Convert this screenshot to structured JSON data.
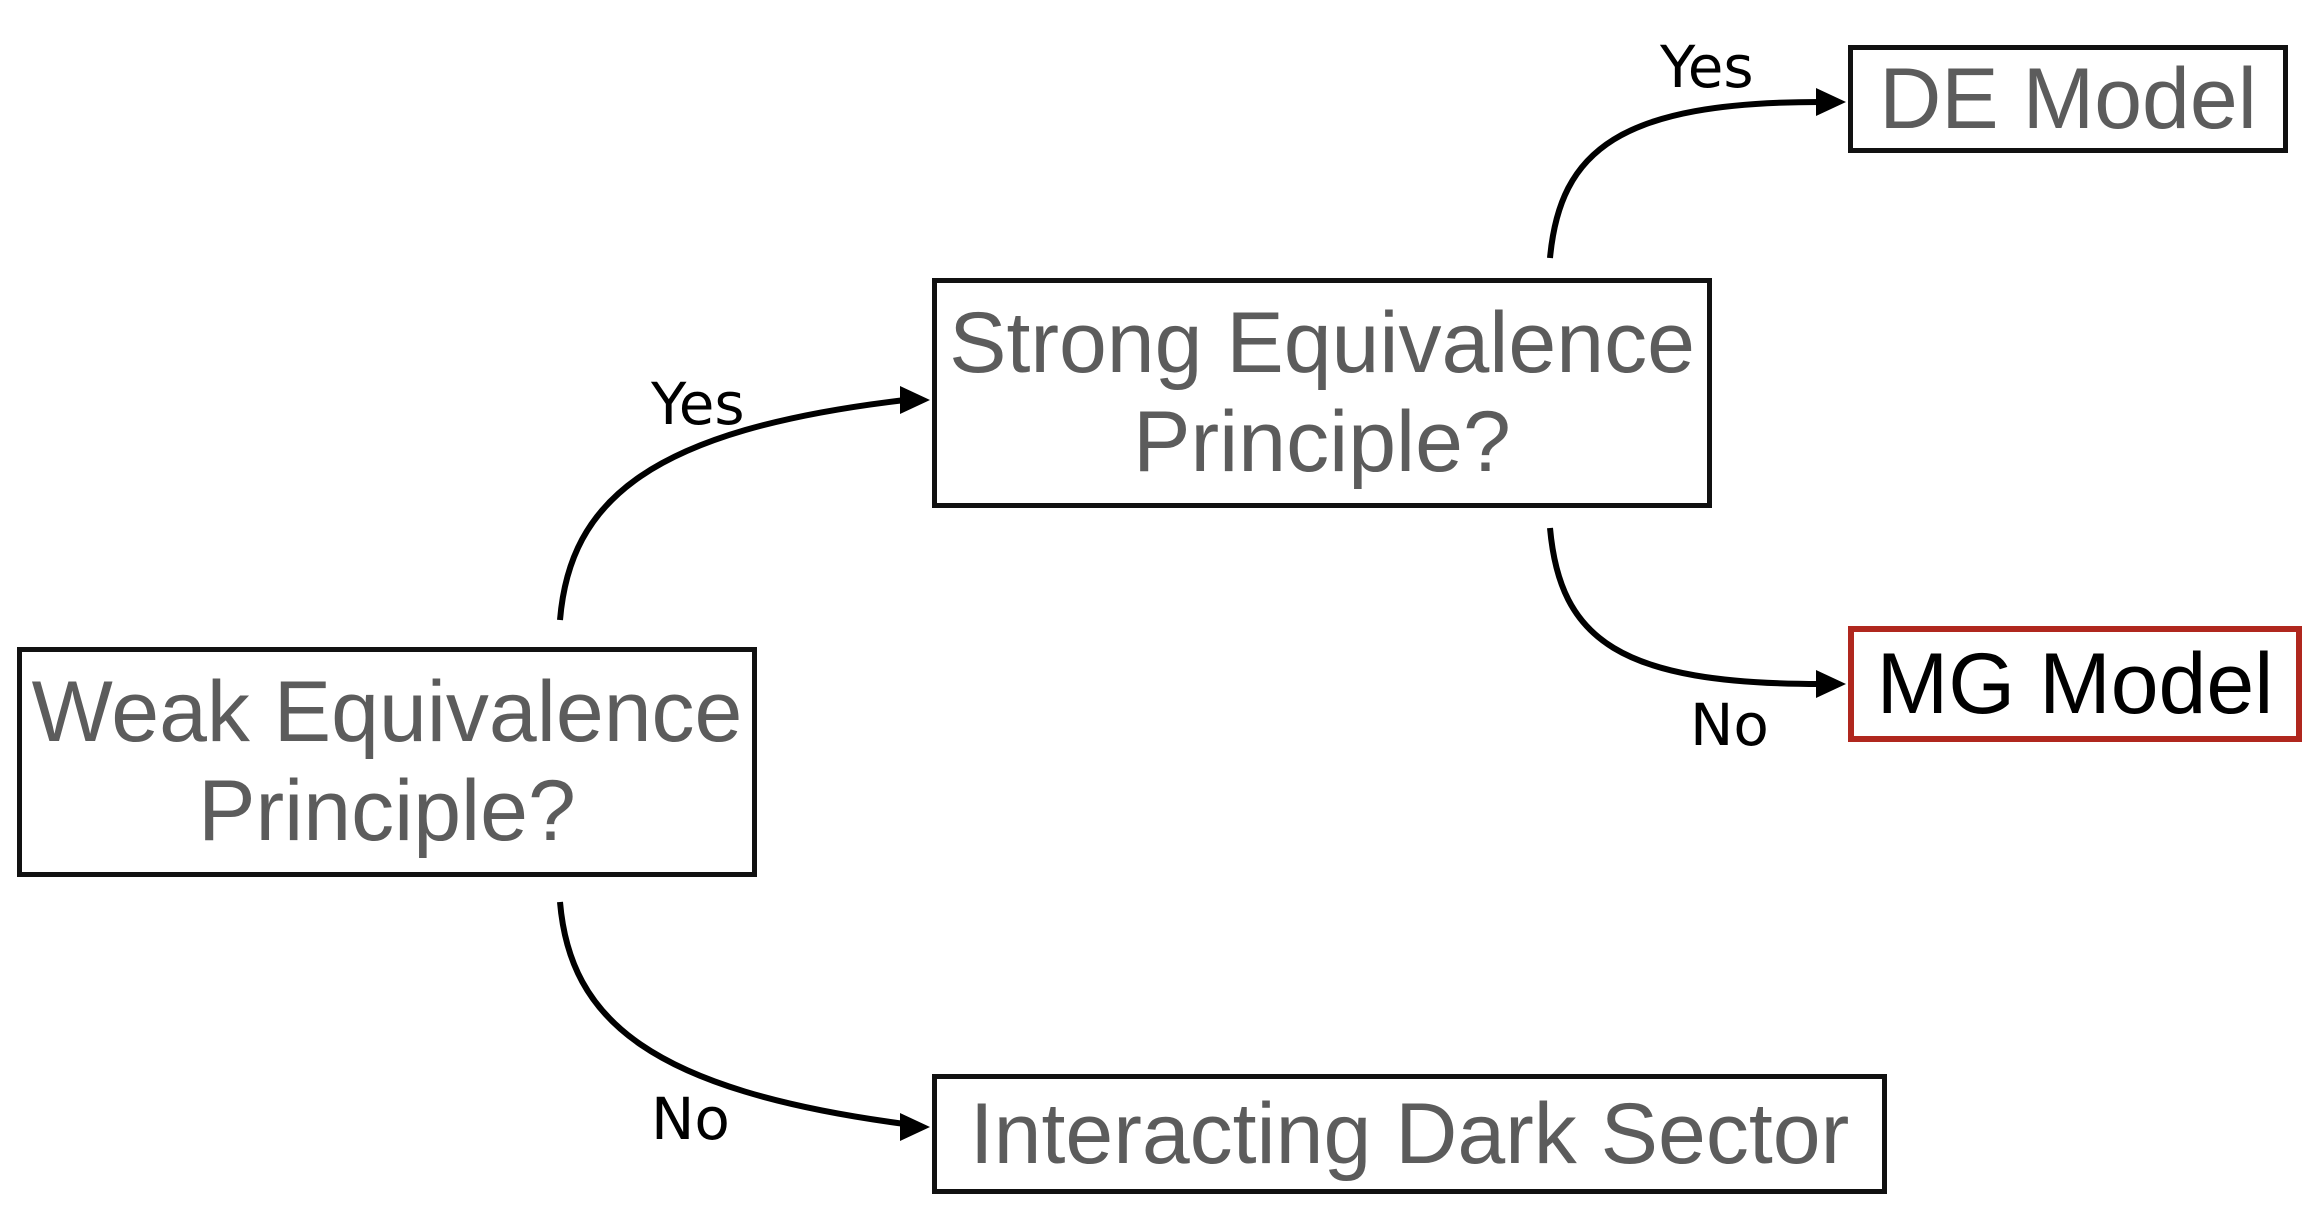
{
  "nodes": {
    "weak": {
      "line1": "Weak Equivalence",
      "line2": "Principle?"
    },
    "strong": {
      "line1": "Strong Equivalence",
      "line2": "Principle?"
    },
    "de_model": {
      "label": "DE Model"
    },
    "mg_model": {
      "label": "MG Model"
    },
    "interacting": {
      "label": "Interacting Dark Sector"
    }
  },
  "edges": {
    "weak_yes": "Yes",
    "weak_no": "No",
    "strong_yes": "Yes",
    "strong_no": "No"
  },
  "colors": {
    "box_border": "#111111",
    "box_text": "#5c5c5c",
    "highlight_border": "#b0271e",
    "highlight_text": "#000000",
    "arrow": "#000000"
  }
}
